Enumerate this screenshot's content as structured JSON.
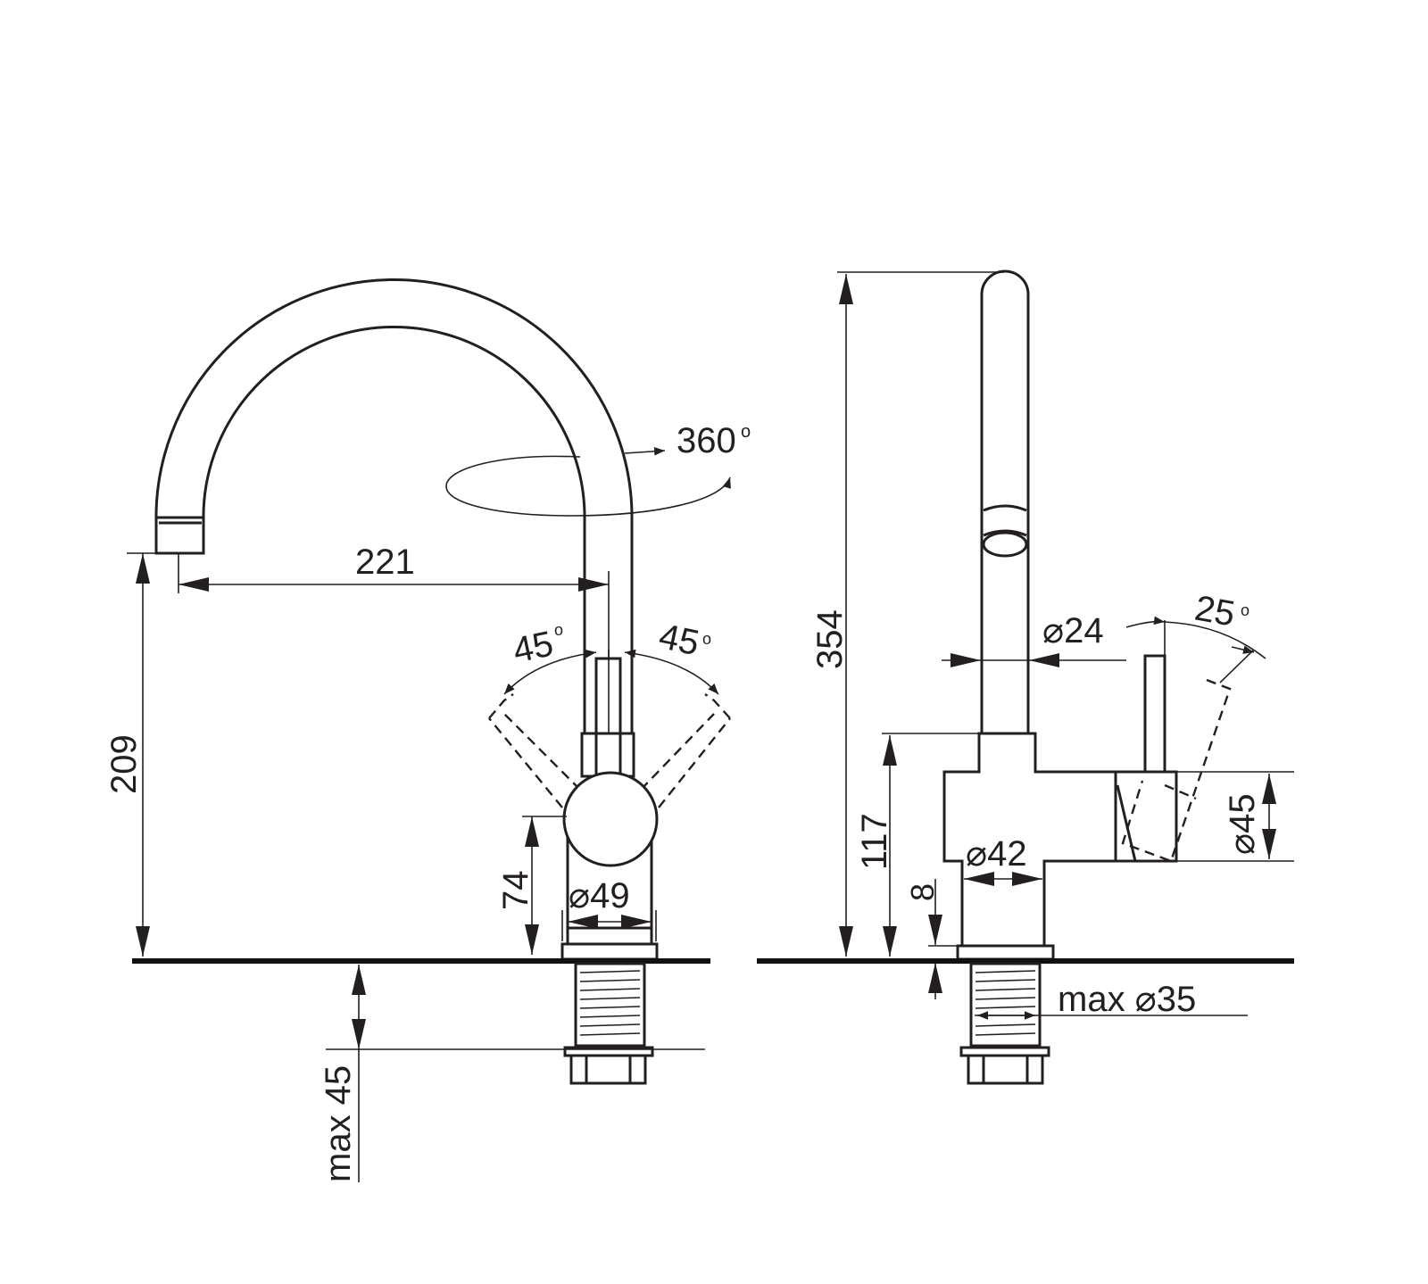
{
  "drawing": {
    "front_view": {
      "swivel_label": "360",
      "degree_sign": "o",
      "reach_label": "221",
      "spout_height_label": "209",
      "lever_left_angle": "45",
      "lever_right_angle": "45",
      "body_height_label": "74",
      "base_diameter_label": "⌀49",
      "max_counter_thickness_label": "max 45"
    },
    "side_view": {
      "total_height_label": "354",
      "body_height_label": "117",
      "tube_diameter_label": "⌀24",
      "lever_angle_label": "25",
      "cartridge_diameter_label": "⌀45",
      "base_diameter_label": "⌀42",
      "base_plate_label": "8",
      "max_hole_label": "max  ⌀35"
    },
    "color": "#231f20"
  }
}
